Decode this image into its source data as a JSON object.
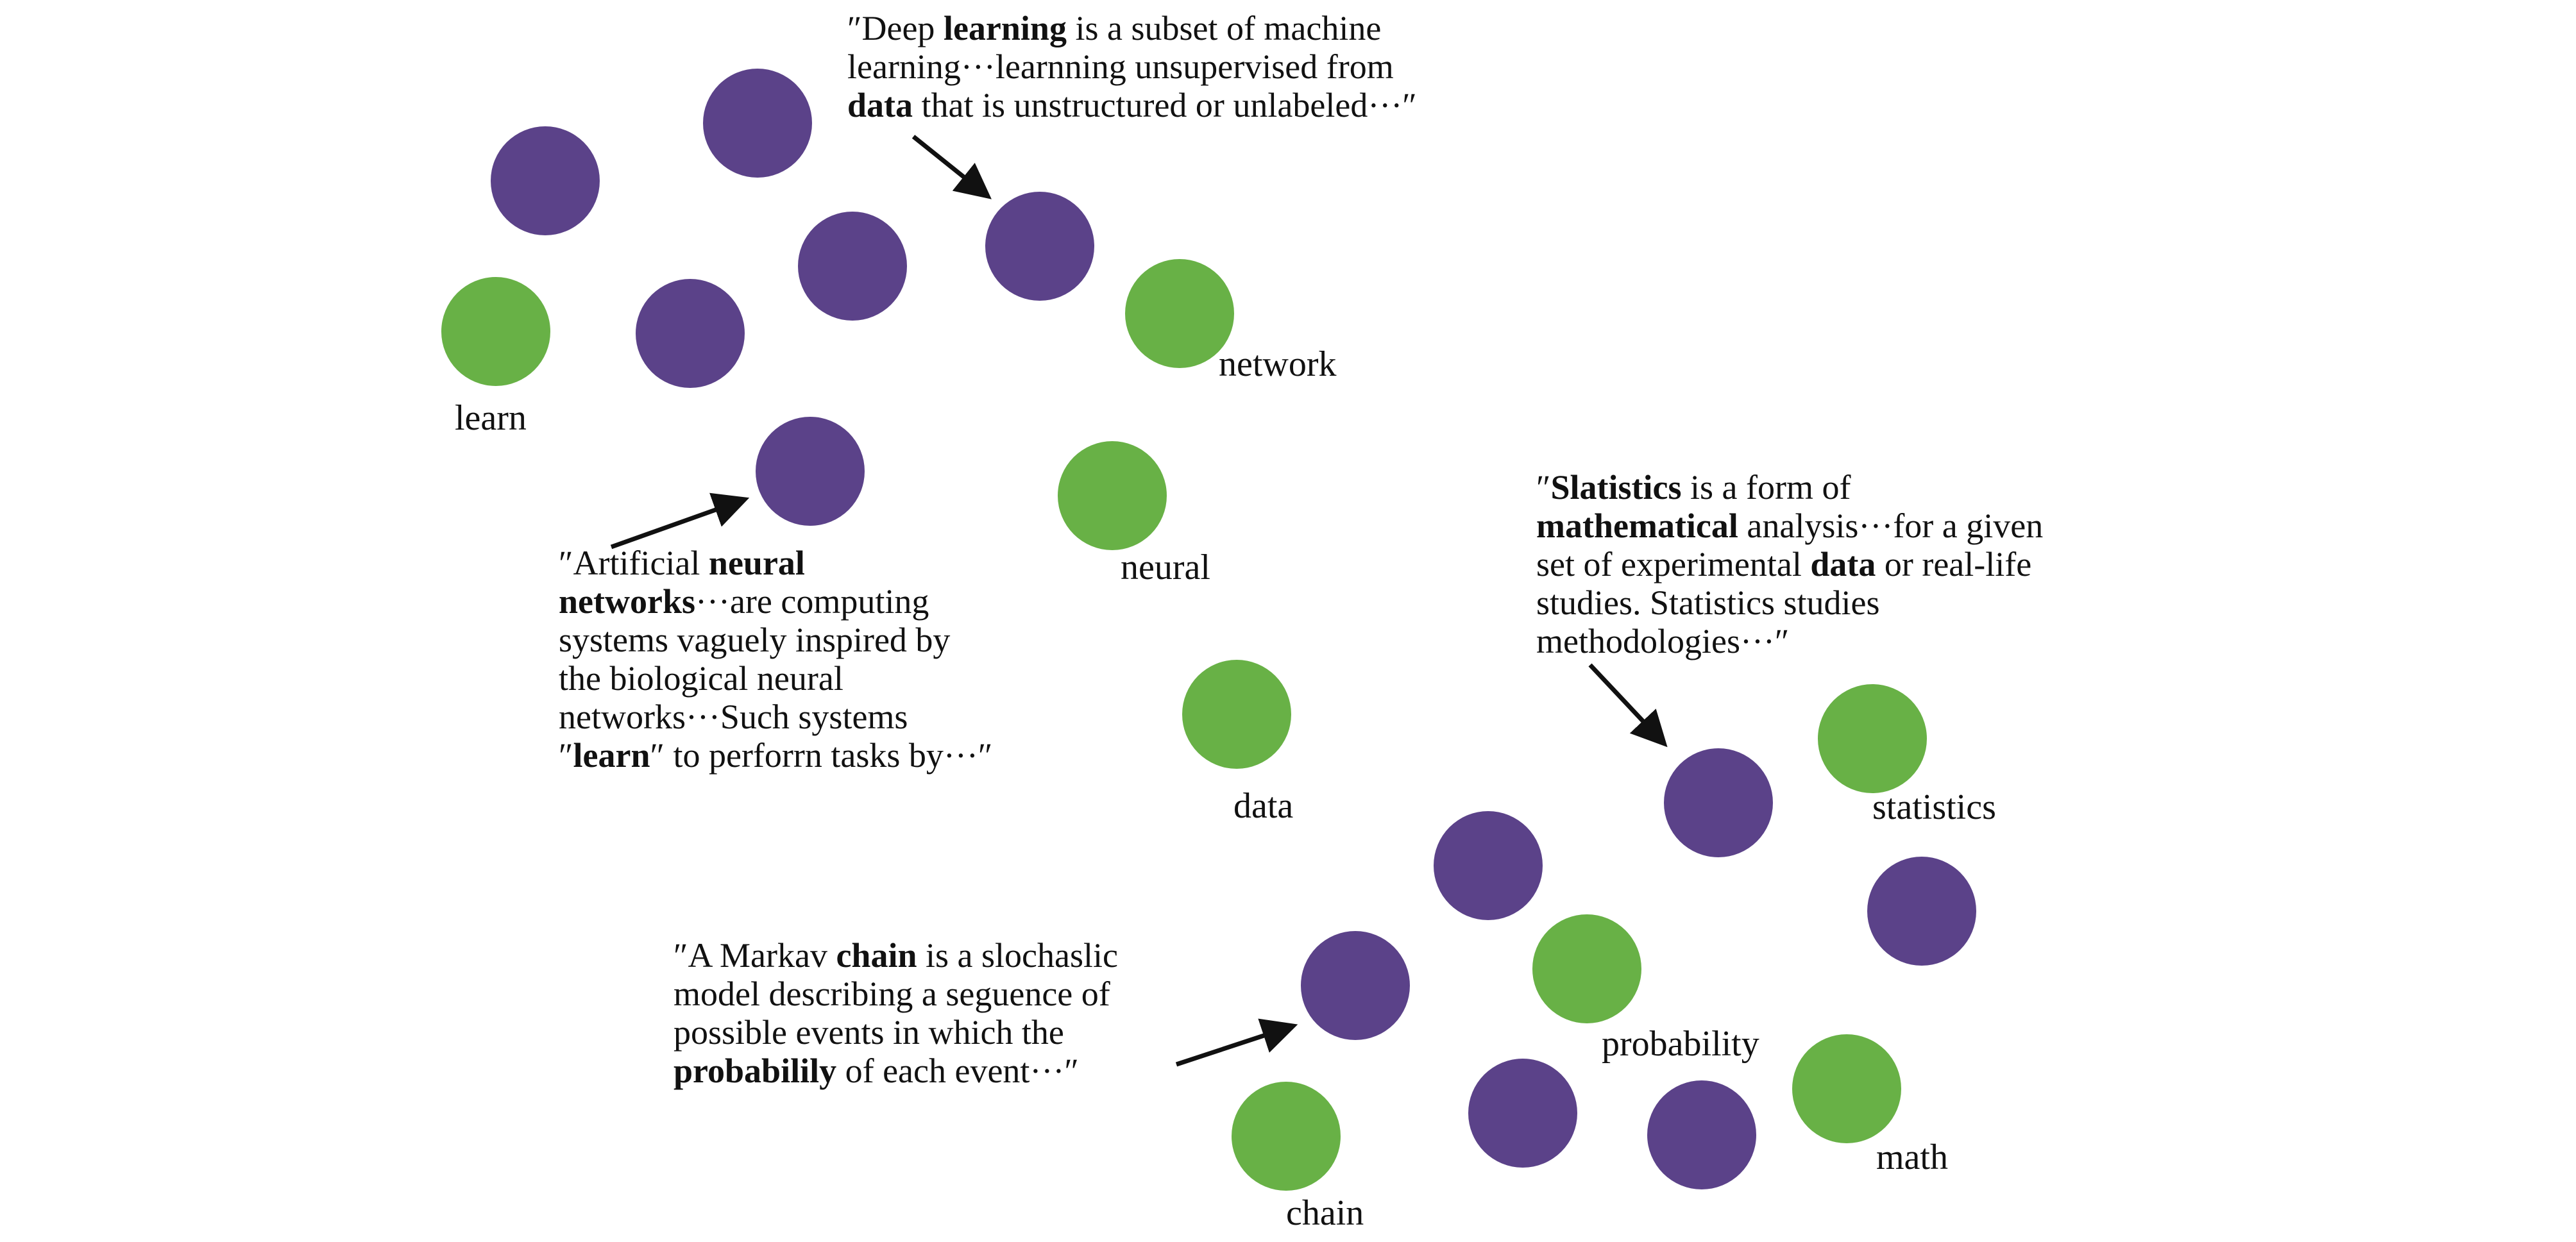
{
  "colors": {
    "topic": "#5b4289",
    "keyword": "#68b146",
    "arrow": "#111111"
  },
  "labels": {
    "learn": "learn",
    "network": "network",
    "neural": "neural",
    "data": "data",
    "statistics": "statistics",
    "probability": "probability",
    "math": "math",
    "chain": "chain"
  },
  "quotes": {
    "deep_learning": [
      [
        {
          "t": "″Deep "
        },
        {
          "t": "learning",
          "b": true
        },
        {
          "t": " is a subset of machine"
        }
      ],
      [
        {
          "t": "learning···learnning unsupervised from"
        }
      ],
      [
        {
          "t": "data",
          "b": true
        },
        {
          "t": " that is unstructured or unlabeled···″"
        }
      ]
    ],
    "neural_networks": [
      [
        {
          "t": "″Artificial "
        },
        {
          "t": "neural",
          "b": true
        }
      ],
      [
        {
          "t": "networks",
          "b": true
        },
        {
          "t": "···are computing"
        }
      ],
      [
        {
          "t": "systems vaguely inspired by"
        }
      ],
      [
        {
          "t": "the biological neural"
        }
      ],
      [
        {
          "t": "networks···Such systems"
        }
      ],
      [
        {
          "t": "″"
        },
        {
          "t": "learn",
          "b": true
        },
        {
          "t": "″  to perforrn tasks by···″"
        }
      ]
    ],
    "statistics": [
      [
        {
          "t": "″"
        },
        {
          "t": "Slatistics",
          "b": true
        },
        {
          "t": " is a form of"
        }
      ],
      [
        {
          "t": "mathematical",
          "b": true
        },
        {
          "t": " analysis···for a given"
        }
      ],
      [
        {
          "t": "set of experimental "
        },
        {
          "t": "data",
          "b": true
        },
        {
          "t": " or real-life"
        }
      ],
      [
        {
          "t": "studies. Statistics studies"
        }
      ],
      [
        {
          "t": "methodologies···″"
        }
      ]
    ],
    "markov_chain": [
      [
        {
          "t": "″A Markav "
        },
        {
          "t": "chain",
          "b": true
        },
        {
          "t": " is a slochaslic"
        }
      ],
      [
        {
          "t": "model describing a seguence of"
        }
      ],
      [
        {
          "t": "possible events in which the"
        }
      ],
      [
        {
          "t": "probabilily",
          "b": true
        },
        {
          "t": " of each event···″"
        }
      ]
    ]
  }
}
